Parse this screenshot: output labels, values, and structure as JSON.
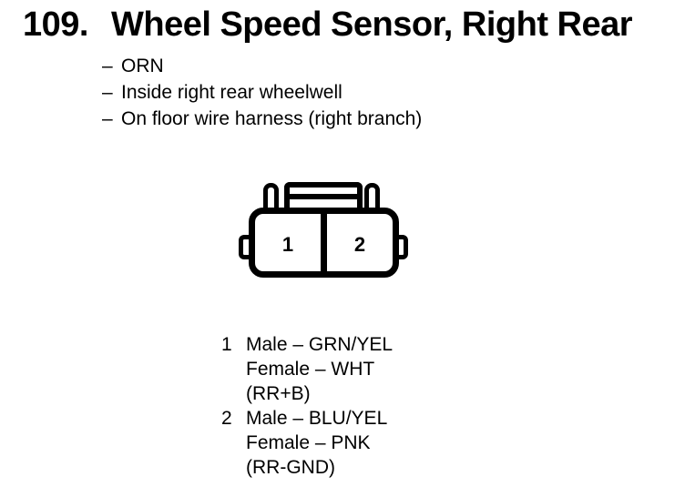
{
  "document": {
    "section_number": "109.",
    "title": "Wheel Speed Sensor, Right Rear"
  },
  "notes": {
    "marker": "–",
    "items": [
      "ORN",
      "Inside right rear wheelwell",
      "On floor wire harness (right branch)"
    ]
  },
  "connector": {
    "cavity_labels": [
      "1",
      "2"
    ]
  },
  "pin_legend": [
    {
      "pin": "1",
      "lines": [
        "Male – GRN/YEL",
        "Female – WHT",
        "(RR+B)"
      ]
    },
    {
      "pin": "2",
      "lines": [
        "Male – BLU/YEL",
        "Female – PNK",
        "(RR-GND)"
      ]
    }
  ],
  "colors": {
    "ink": "#000000",
    "paper": "#ffffff"
  }
}
